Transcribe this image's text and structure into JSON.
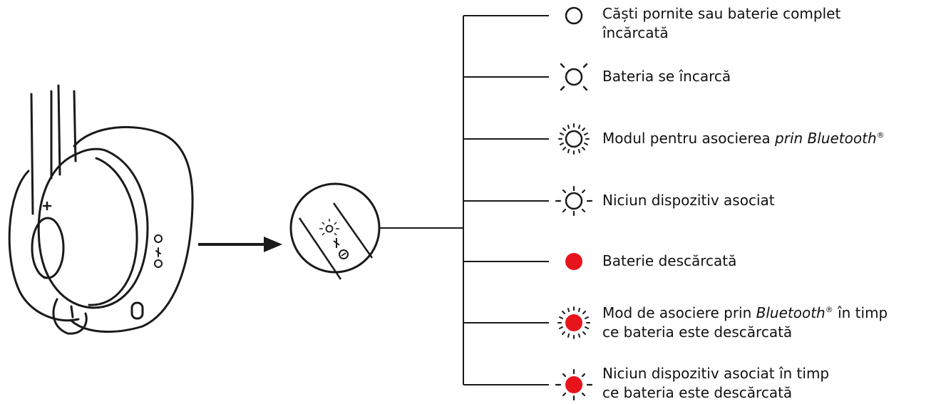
{
  "legend": {
    "items": [
      {
        "id": "on-or-full",
        "lines": [
          [
            {
              "t": "Căști pornite sau baterie complet"
            }
          ],
          [
            {
              "t": "încărcată"
            }
          ]
        ],
        "led": "steady",
        "color": "white"
      },
      {
        "id": "charging",
        "lines": [
          [
            {
              "t": "Bateria se încarcă"
            }
          ]
        ],
        "led": "slow-blink",
        "color": "white"
      },
      {
        "id": "bt-pairing",
        "lines": [
          [
            {
              "t": "Modul pentru asocierea "
            },
            {
              "t": "prin Bluetooth",
              "em": true
            },
            {
              "t": "®",
              "sup": true
            }
          ]
        ],
        "led": "fast-blink",
        "color": "white"
      },
      {
        "id": "no-device",
        "lines": [
          [
            {
              "t": "Niciun dispozitiv asociat"
            }
          ]
        ],
        "led": "medium-blink",
        "color": "white"
      },
      {
        "id": "low-battery",
        "lines": [
          [
            {
              "t": "Baterie descărcată"
            }
          ]
        ],
        "led": "steady",
        "color": "red"
      },
      {
        "id": "bt-pairing-low",
        "lines": [
          [
            {
              "t": "Mod de asociere prin "
            },
            {
              "t": "Bluetooth",
              "em": true
            },
            {
              "t": "®",
              "sup": true
            },
            {
              "t": " în timp"
            }
          ],
          [
            {
              "t": "ce bateria este descărcată"
            }
          ]
        ],
        "led": "fast-blink",
        "color": "red"
      },
      {
        "id": "no-device-low",
        "lines": [
          [
            {
              "t": "Niciun dispozitiv asociat în timp"
            }
          ],
          [
            {
              "t": "ce bateria este descărcată"
            }
          ]
        ],
        "led": "medium-blink",
        "color": "red"
      }
    ]
  },
  "colors": {
    "led_red": "#e8141c",
    "stroke": "#1a1a1a",
    "text": "#111111"
  },
  "icons": {
    "headset": "headset-icon",
    "arrow": "arrow-right-icon",
    "zoom": "button-panel-zoom-icon",
    "led": "led-indicator-icon"
  }
}
